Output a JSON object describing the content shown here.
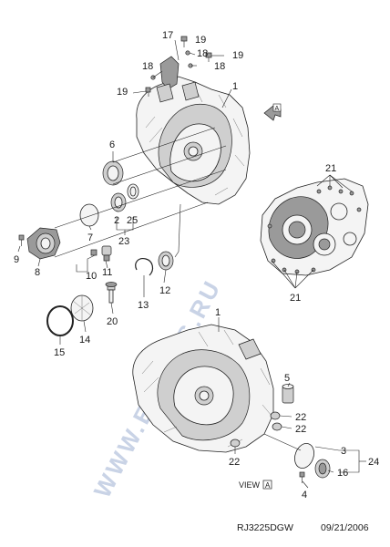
{
  "watermark": "WWW.EPCATS.RU",
  "footer": {
    "code": "RJ3225DGW",
    "date": "09/21/2006"
  },
  "view_label": {
    "text": "VIEW",
    "box": "A"
  },
  "callouts": {
    "c1_top": "1",
    "c1_bottom": "1",
    "c2": "2",
    "c3": "3",
    "c4": "4",
    "c5": "5",
    "c6": "6",
    "c7": "7",
    "c8": "8",
    "c9": "9",
    "c10": "10",
    "c11": "11",
    "c12": "12",
    "c13": "13",
    "c14": "14",
    "c15": "15",
    "c16": "16",
    "c17": "17",
    "c18a": "18",
    "c18b": "18",
    "c18c": "18",
    "c19a": "19",
    "c19b": "19",
    "c19c": "19",
    "c20": "20",
    "c21a": "21",
    "c21b": "21",
    "c22a": "22",
    "c22b": "22",
    "c22c": "22",
    "c23": "23",
    "c24": "24",
    "c25": "25"
  }
}
